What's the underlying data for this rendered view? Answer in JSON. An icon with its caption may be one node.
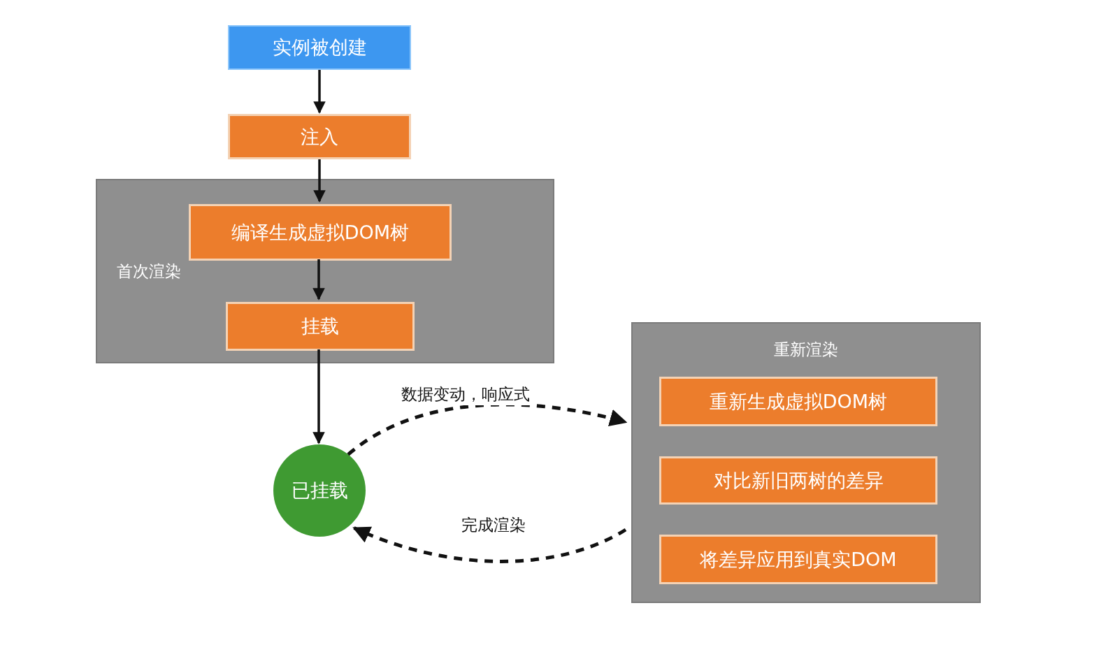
{
  "diagram": {
    "nodes": [
      {
        "text": [
          "实例被创建"
        ]
      },
      {
        "text": [
          "注入"
        ]
      },
      {
        "text": [
          "首次渲染"
        ]
      },
      {
        "text": [
          "编译生成虚拟DOM树"
        ],
        "in": 2
      },
      {
        "text": [
          "挂载"
        ],
        "in": 2
      },
      {
        "text": [
          "已挂载"
        ]
      },
      {
        "text": [
          "重新渲染"
        ]
      },
      {
        "text": [
          "重新生成虚拟DOM树"
        ],
        "in": 6
      },
      {
        "text": [
          "对比新旧两树的差异"
        ],
        "in": 6
      },
      {
        "text": [
          "将差异应用到真实DOM"
        ],
        "in": 6
      }
    ],
    "edges": [
      {
        "from": 0,
        "to": 1,
        "arrow": "to"
      },
      {
        "from": 1,
        "to": 3,
        "arrow": "to"
      },
      {
        "from": 3,
        "to": 4,
        "arrow": "to"
      },
      {
        "from": 4,
        "to": 5,
        "arrow": "to"
      },
      {
        "from": 5,
        "to": 6,
        "arrow": "to",
        "label": "数据变动，响应式",
        "style": "dashed"
      },
      {
        "from": 6,
        "to": 5,
        "arrow": "to",
        "label": "完成渲染",
        "style": "dashed"
      }
    ]
  }
}
